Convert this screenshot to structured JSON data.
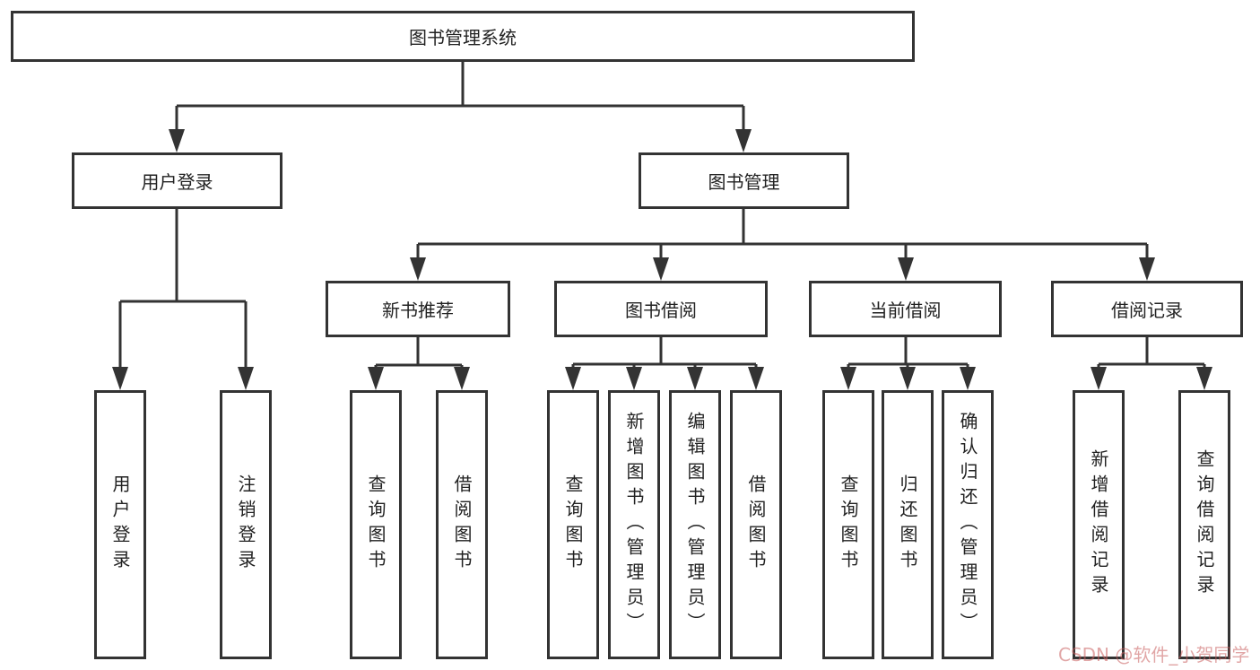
{
  "tree": {
    "root": "图书管理系统",
    "branches": [
      {
        "label": "用户登录",
        "children": [
          "用户登录",
          "注销登录"
        ]
      },
      {
        "label": "图书管理",
        "children": [
          {
            "label": "新书推荐",
            "children": [
              "查询图书",
              "借阅图书"
            ]
          },
          {
            "label": "图书借阅",
            "children": [
              "查询图书",
              "新增图书（管理员）",
              "编辑图书（管理员）",
              "借阅图书"
            ]
          },
          {
            "label": "当前借阅",
            "children": [
              "查询图书",
              "归还图书",
              "确认归还（管理员）"
            ]
          },
          {
            "label": "借阅记录",
            "children": [
              "新增借阅记录",
              "查询借阅记录"
            ]
          }
        ]
      }
    ]
  },
  "colors": {
    "line": "#333333",
    "text": "#222222",
    "watermark": "#c95c5c"
  },
  "watermark": "CSDN @软件_小贺同学"
}
